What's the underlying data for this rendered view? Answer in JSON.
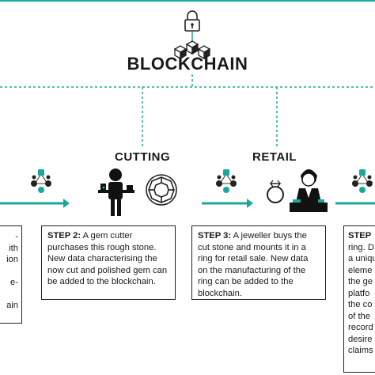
{
  "title": "BLOCKCHAIN",
  "colors": {
    "accent": "#1aa89c",
    "ink": "#1a1a1a"
  },
  "stages": [
    {
      "label": "CUTTING"
    },
    {
      "label": "RETAIL"
    }
  ],
  "steps": [
    {
      "id": "step2",
      "step_label": "STEP 2:",
      "text": "A gem cutter purchases this rough stone. New data characterising the now cut and polished gem can be added to the blockchain."
    },
    {
      "id": "step3",
      "step_label": "STEP 3:",
      "text": "A jeweller buys the cut stone and mounts it in a ring for retail sale. New data on the manufacturing of the ring can be added to the blockchain."
    },
    {
      "id": "step4",
      "step_label": "STEP",
      "lines": [
        "ring. D",
        "a uniqu",
        "eleme",
        "the ge",
        "platfo",
        "the co",
        "of the",
        "record",
        "desire",
        "claims"
      ]
    }
  ],
  "left_box_lines": [
    "-",
    "ith",
    "ion",
    "",
    "e-",
    "",
    "ain"
  ],
  "icons": [
    "padlock-icon",
    "blockchain-cubes-icon",
    "network-nodes-icon",
    "gem-cutter-icon",
    "diamond-icon",
    "ring-icon",
    "jeweller-icon"
  ]
}
